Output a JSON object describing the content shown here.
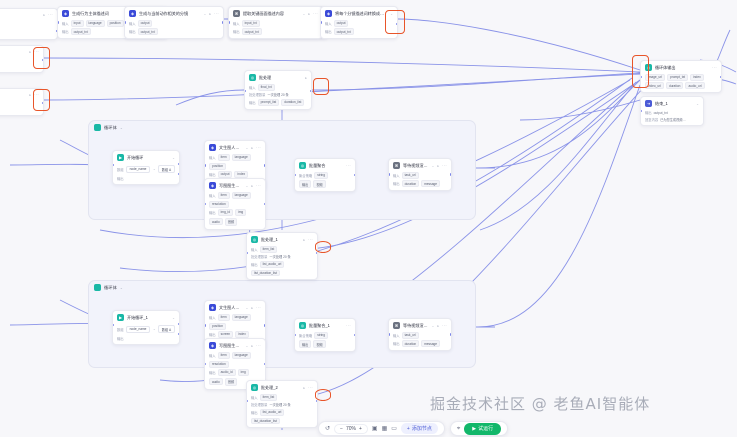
{
  "app": {
    "canvas_bg": "#f7f7fa",
    "accent": "#4b5bd6",
    "highlight_color": "#e8552a",
    "group_bg": "#f2f3fb"
  },
  "watermark": {
    "text": "掘金技术社区 @ 老鱼AI智能体"
  },
  "toolbar": {
    "undo_icon": "undo-icon",
    "zoom_value": "70%",
    "zoom_minus": "−",
    "zoom_plus": "+",
    "fit_icon": "fit-view-icon",
    "grid_icon": "grid-icon",
    "frame_icon": "frame-icon",
    "add_node_label": "添加节点",
    "add_node_icon": "+",
    "pointer_icon": "cursor-icon",
    "run_label": "试运行",
    "run_icon": "▶"
  },
  "groups": [
    {
      "title": "循环体",
      "caret": "⌄",
      "icon": "group-icon"
    },
    {
      "title": "循环体",
      "caret": "⌄",
      "icon": "group-icon"
    }
  ],
  "nodes": [
    {
      "id": "edge-left-1",
      "title": "",
      "icon": "node-icon",
      "rows": []
    },
    {
      "id": "top-1",
      "title": "生成行为主体描述词",
      "icon": "llm-icon",
      "caret": "⌄",
      "dots": "···",
      "rows": [
        {
          "label": "输入",
          "chips": [
            "input",
            "language",
            "position"
          ]
        },
        {
          "label": "输出",
          "chips": [
            "output_txt"
          ]
        }
      ]
    },
    {
      "id": "top-2",
      "title": "生成与当前动作相关的分镜",
      "icon": "llm-icon",
      "caret": "⌄",
      "dots": "···",
      "rows": [
        {
          "label": "输入",
          "chips": [
            "output"
          ]
        },
        {
          "label": "输出",
          "chips": [
            "output_txt"
          ]
        }
      ]
    },
    {
      "id": "top-3",
      "title": "提取关键画面描述内容",
      "icon": "code-icon",
      "caret": "⌄",
      "dots": "···",
      "rows": [
        {
          "label": "输入",
          "chips": [
            "input_txt"
          ]
        },
        {
          "label": "输出",
          "chips": [
            "output_txt"
          ]
        }
      ]
    },
    {
      "id": "top-4",
      "title": "将每个分镜描述词转换成图片提示词",
      "icon": "llm-icon",
      "caret": "⌄",
      "dots": "···",
      "rows": [
        {
          "label": "输入",
          "chips": [
            "output"
          ]
        },
        {
          "label": "输出",
          "chips": [
            "output_txt"
          ]
        }
      ]
    },
    {
      "id": "mid-merge",
      "title": "批处理",
      "icon": "teal-icon",
      "play": "▸",
      "rows": [
        {
          "label": "输入",
          "chips": [
            "final_txt"
          ]
        },
        {
          "label": "批处理数量",
          "chips": [
            "一次处理 20 条"
          ]
        },
        {
          "label": "输出",
          "chips": [
            "prompt_list",
            "duration_list"
          ]
        }
      ]
    },
    {
      "id": "right-1",
      "title": "循环体输出",
      "icon": "teal-icon",
      "dots": "···",
      "rows": [
        {
          "label": "",
          "chips": [
            "image_url",
            "prompt_txt",
            "index"
          ]
        },
        {
          "label": "",
          "chips": [
            "video_url",
            "duration",
            "audio_url"
          ]
        }
      ]
    },
    {
      "id": "right-2",
      "title": "结束_1",
      "icon": "out-icon",
      "caret": "⌄",
      "rows": [
        {
          "label": "输出",
          "chips": [
            "output_txt"
          ]
        },
        {
          "label": "回复内容",
          "chips": [
            "已为您生成视频…"
          ]
        }
      ]
    },
    {
      "id": "g1-start",
      "title": "开始循环",
      "icon": "start-icon",
      "caret": "⌄",
      "select_label": "数组",
      "select_value": "node_name",
      "select_arrow": "→",
      "select_right": "数组 A",
      "rows": [
        {
          "label": "输出",
          "chips": []
        }
      ]
    },
    {
      "id": "g1-llm-a",
      "title": "文生图人物形象",
      "icon": "llm-icon",
      "caret": "⌄",
      "play": "▸",
      "dots": "···",
      "rows": [
        {
          "label": "输入",
          "chips": [
            "item",
            "language",
            "position"
          ]
        },
        {
          "label": "输出",
          "chips": [
            "output",
            "index",
            "img_url",
            "img"
          ]
        }
      ]
    },
    {
      "id": "g1-llm-b",
      "title": "写图图生视频",
      "icon": "llm-icon",
      "caret": "⌄",
      "play": "▸",
      "dots": "···",
      "rows": [
        {
          "label": "输入",
          "chips": [
            "item",
            "language",
            "resolution"
          ]
        },
        {
          "label": "输出",
          "chips": [
            "img_id",
            "img",
            "audio",
            "音频"
          ]
        }
      ]
    },
    {
      "id": "g1-merge",
      "title": "批量聚合",
      "icon": "teal-icon",
      "dots": "···",
      "rows": [
        {
          "label": "聚合策略",
          "chips": [
            "string"
          ]
        },
        {
          "label": "",
          "chips": [
            "输出",
            "视频"
          ]
        }
      ]
    },
    {
      "id": "g1-out",
      "title": "等待视频渲染完毕",
      "icon": "code-icon",
      "caret": "⌄",
      "play": "▸",
      "dots": "···",
      "rows": [
        {
          "label": "输入",
          "chips": [
            "task_url"
          ]
        },
        {
          "label": "输出",
          "chips": [
            "duration",
            "message"
          ]
        }
      ]
    },
    {
      "id": "mid-batch",
      "title": "批处理_1",
      "icon": "teal-icon",
      "play": "▸",
      "dots": "···",
      "rows": [
        {
          "label": "输入",
          "chips": [
            "item_list"
          ]
        },
        {
          "label": "批处理数量",
          "chips": [
            "一次处理 20 条"
          ]
        },
        {
          "label": "输出",
          "chips": [
            "list_audio_url",
            "list_duration_list"
          ]
        }
      ]
    },
    {
      "id": "g2-start",
      "title": "开始循环_1",
      "icon": "start-icon",
      "caret": "⌄",
      "select_label": "数组",
      "select_value": "node_name",
      "select_arrow": "→",
      "select_right": "数组 A",
      "rows": [
        {
          "label": "输出",
          "chips": []
        }
      ]
    },
    {
      "id": "g2-llm-a",
      "title": "文生图人物形象_1",
      "icon": "llm-icon",
      "caret": "⌄",
      "play": "▸",
      "dots": "···",
      "rows": [
        {
          "label": "输入",
          "chips": [
            "item",
            "language",
            "position"
          ]
        },
        {
          "label": "输出",
          "chips": [
            "screen",
            "index",
            "img_id",
            "img"
          ]
        }
      ]
    },
    {
      "id": "g2-llm-b",
      "title": "写图图生视频_1",
      "icon": "llm-icon",
      "caret": "⌄",
      "play": "▸",
      "dots": "···",
      "rows": [
        {
          "label": "输入",
          "chips": [
            "item",
            "language",
            "resolution"
          ]
        },
        {
          "label": "输出",
          "chips": [
            "audio_id",
            "img",
            "audio",
            "音频"
          ]
        }
      ]
    },
    {
      "id": "g2-merge",
      "title": "批量聚合_1",
      "icon": "teal-icon",
      "dots": "···",
      "rows": [
        {
          "label": "聚合策略",
          "chips": [
            "string"
          ]
        },
        {
          "label": "",
          "chips": [
            "输出",
            "视频"
          ]
        }
      ]
    },
    {
      "id": "g2-out",
      "title": "等待视频渲染完毕_1",
      "icon": "code-icon",
      "caret": "⌄",
      "play": "▸",
      "dots": "···",
      "rows": [
        {
          "label": "输入",
          "chips": [
            "task_url"
          ]
        },
        {
          "label": "输出",
          "chips": [
            "duration",
            "message"
          ]
        }
      ]
    },
    {
      "id": "bottom-batch",
      "title": "批处理_2",
      "icon": "teal-icon",
      "play": "▸",
      "dots": "···",
      "rows": [
        {
          "label": "输入",
          "chips": [
            "item_list"
          ]
        },
        {
          "label": "批处理数量",
          "chips": [
            "一次处理 20 条"
          ]
        },
        {
          "label": "输出",
          "chips": [
            "list_audio_url",
            "list_duration_list"
          ]
        }
      ]
    }
  ]
}
